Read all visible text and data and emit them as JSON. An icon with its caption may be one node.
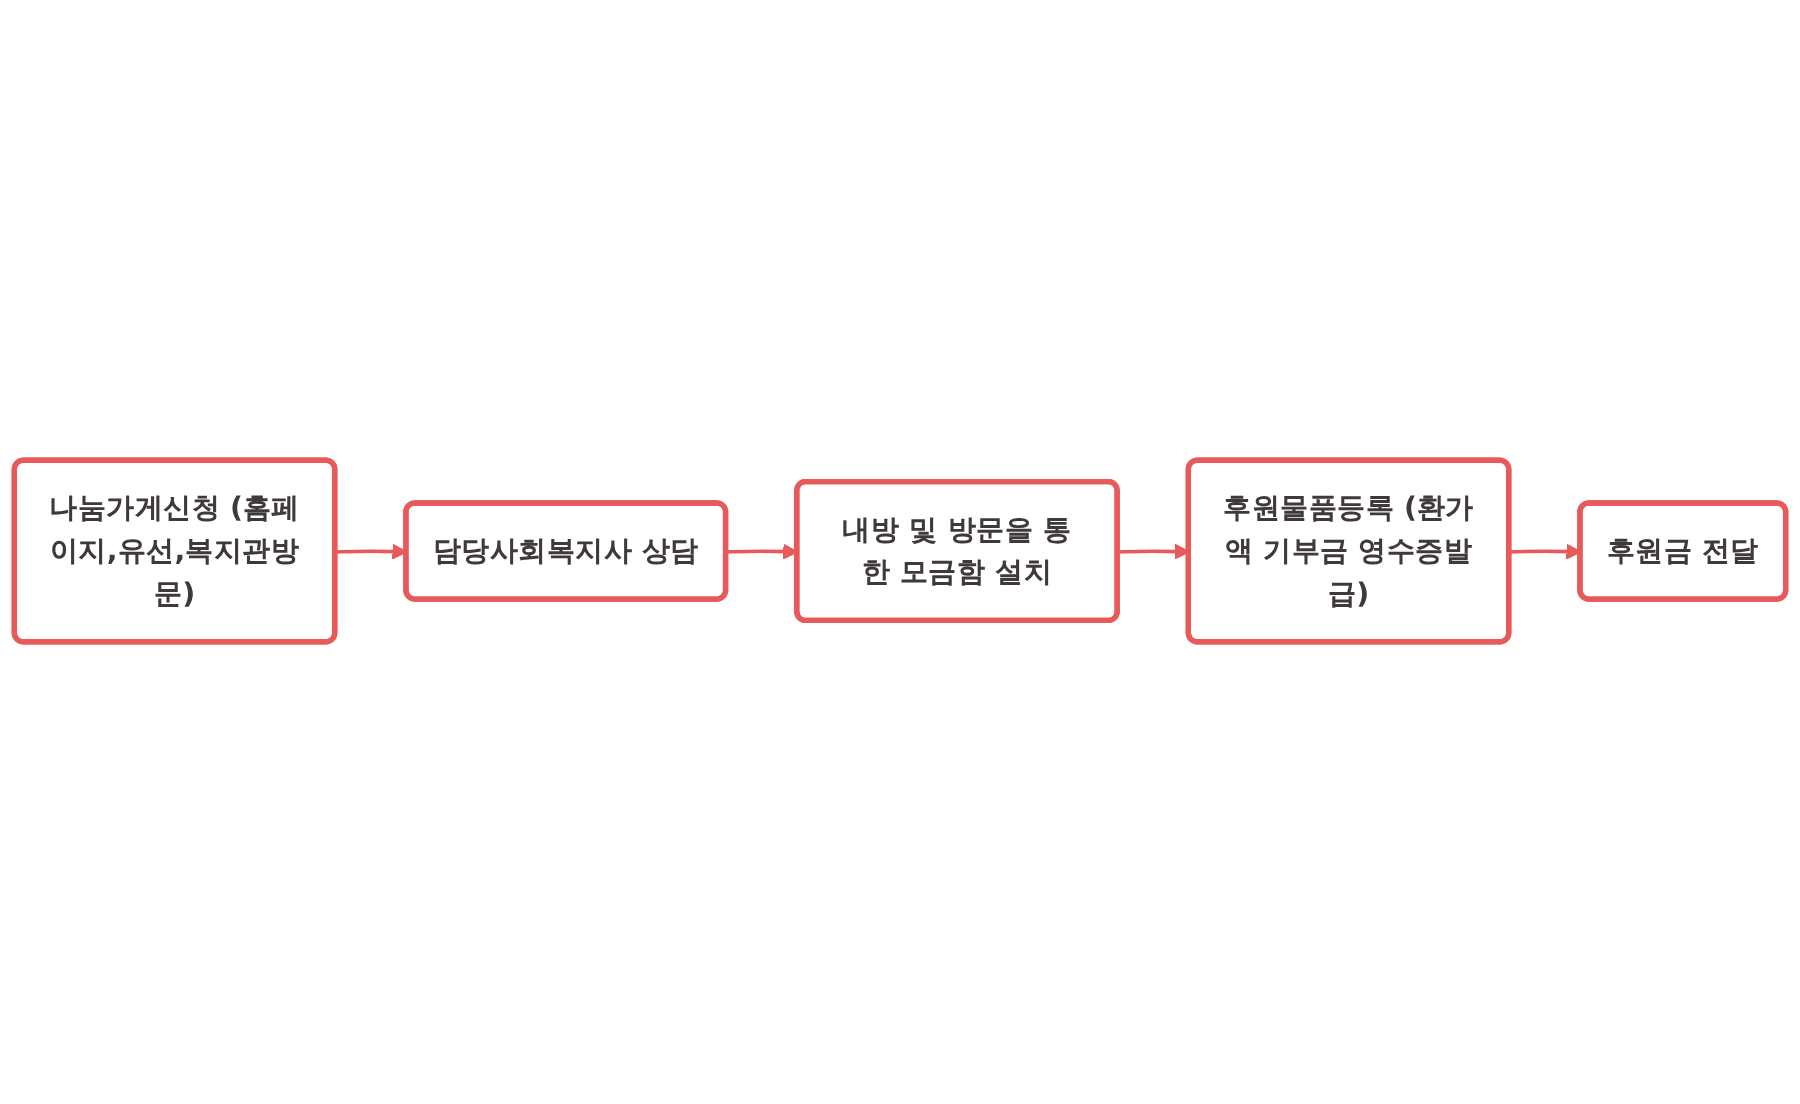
{
  "diagram": {
    "nodes": [
      {
        "text": [
          "나눔가게신청 (홈페이지,유선,복지관방문)"
        ]
      },
      {
        "text": [
          "담당사회복지사 상담"
        ]
      },
      {
        "text": [
          "내방 및 방문을 통한 모금함 설치"
        ]
      },
      {
        "text": [
          "후원물품등록 (환가액 기부금 영수증발급)"
        ]
      },
      {
        "text": [
          "후원금 전달"
        ]
      }
    ],
    "edges": [
      {
        "from": 0,
        "to": 1,
        "arrow": "to"
      },
      {
        "from": 1,
        "to": 2,
        "arrow": "to"
      },
      {
        "from": 2,
        "to": 3,
        "arrow": "to"
      },
      {
        "from": 3,
        "to": 4,
        "arrow": "to"
      }
    ]
  }
}
